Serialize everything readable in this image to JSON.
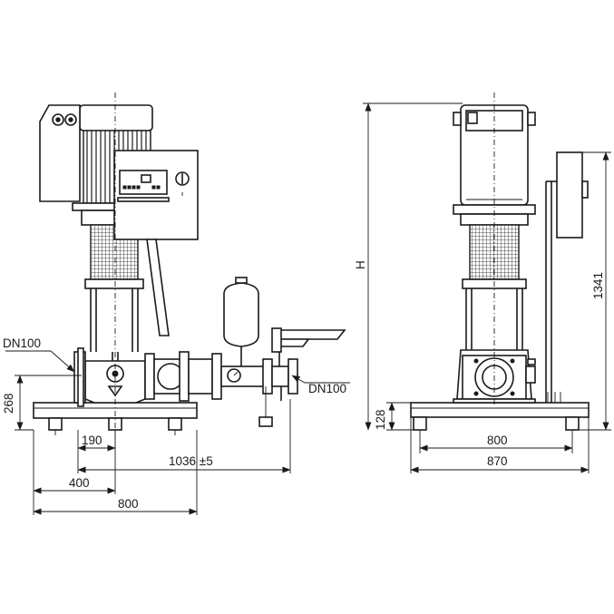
{
  "labels": {
    "inlet": "DN100",
    "outlet": "DN100",
    "dim_height_268": "268",
    "dim_190": "190",
    "dim_1036": "1036 ±5",
    "dim_400": "400",
    "dim_800_front": "800",
    "dim_H": "H",
    "dim_1341": "1341",
    "dim_128": "128",
    "dim_800_side": "800",
    "dim_870": "870"
  },
  "colors": {
    "ink": "#1a1a1a",
    "paper": "#ffffff"
  }
}
